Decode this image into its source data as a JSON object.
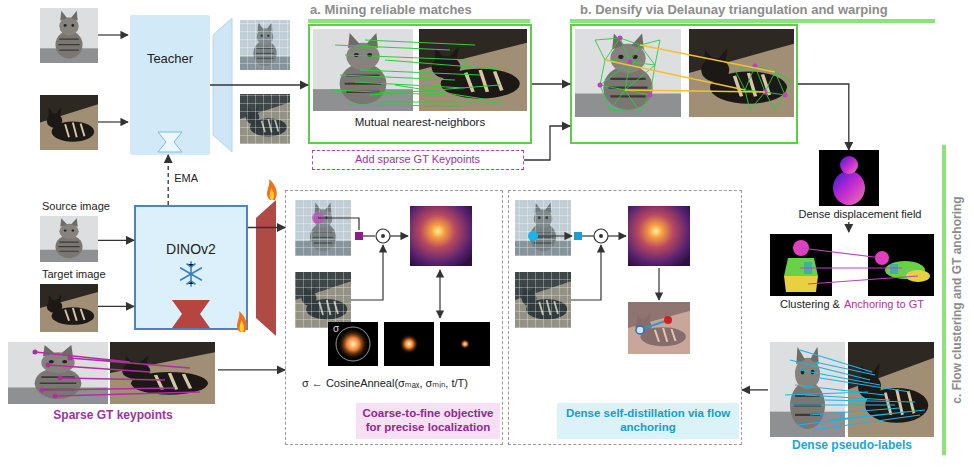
{
  "diagram": {
    "nodes": [
      {
        "text": [
          "Teacher"
        ]
      },
      {
        "text": [
          "a. Mining reliable matches",
          "Mutual nearest-neighbors"
        ]
      },
      {
        "text": [
          "Add sparse GT Keypoints"
        ]
      },
      {
        "text": [
          "b. Densify via Delaunay triangulation and warping"
        ]
      },
      {
        "text": [
          "Dense displacement field"
        ]
      },
      {
        "text": [
          "Clustering &",
          "Anchoring to GT"
        ]
      },
      {
        "text": [
          "Source image"
        ]
      },
      {
        "text": [
          "Target image"
        ]
      },
      {
        "text": [
          "DINOv2"
        ]
      },
      {
        "text": [
          "σ ← CosineAnneal(σₘₐₓ, σₘᵢₙ, t/T)",
          "Coarse-to-fine objective for precise localization"
        ]
      },
      {
        "text": [
          "Dense self-distillation via flow anchoring"
        ]
      },
      {
        "text": [
          "Dense pseudo-labels"
        ]
      },
      {
        "text": [
          "Sparse GT keypoints"
        ]
      }
    ],
    "edges": [
      {
        "from": 0,
        "to": 1,
        "arrow": "to"
      },
      {
        "from": 1,
        "to": 3,
        "arrow": "to"
      },
      {
        "from": 2,
        "to": 3,
        "arrow": "to"
      },
      {
        "from": 3,
        "to": 4,
        "arrow": "to"
      },
      {
        "from": 4,
        "to": 5,
        "arrow": "to"
      },
      {
        "from": 8,
        "to": 0,
        "label": "EMA",
        "arrow": "to"
      },
      {
        "from": 6,
        "to": 8,
        "arrow": "to"
      },
      {
        "from": 7,
        "to": 8,
        "arrow": "to"
      },
      {
        "from": 8,
        "to": 9,
        "arrow": "to"
      },
      {
        "from": 12,
        "to": 9,
        "arrow": "to"
      },
      {
        "from": 11,
        "to": 10,
        "arrow": "to"
      }
    ],
    "labels": [
      "σ",
      "c. Flow clustering and GT anchoring"
    ]
  }
}
